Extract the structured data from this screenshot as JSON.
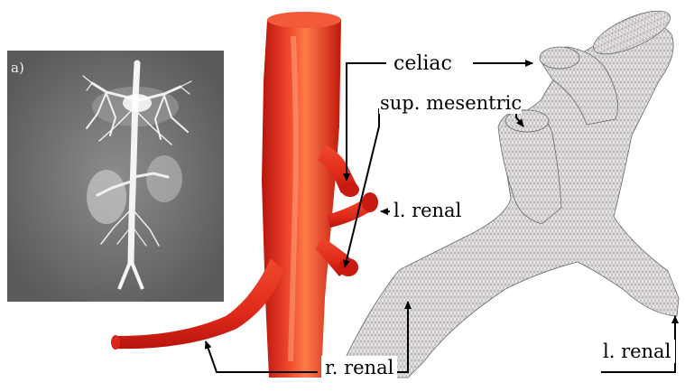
{
  "panel_marker": "a)",
  "labels": {
    "celiac": "celiac",
    "sup_mesentric": "sup. mesentric",
    "l_renal_middle": "l. renal",
    "r_renal": "r. renal",
    "l_renal_right": "l. renal"
  },
  "colors": {
    "vessel_red": "#e8281e",
    "vessel_dark": "#b8140e",
    "vessel_highlight": "#ff9a6a",
    "mesh_fill": "#ece8e8",
    "mesh_line": "#8a8a8a",
    "angiogram_bg": "#6e6e6e",
    "angiogram_vessel": "#f4f4f4",
    "arrow": "#000000"
  },
  "icons": {
    "angiogram": "mri-angiogram-image",
    "red_model": "red-vessel-surface-model",
    "mesh_model": "tetrahedral-mesh-model"
  }
}
